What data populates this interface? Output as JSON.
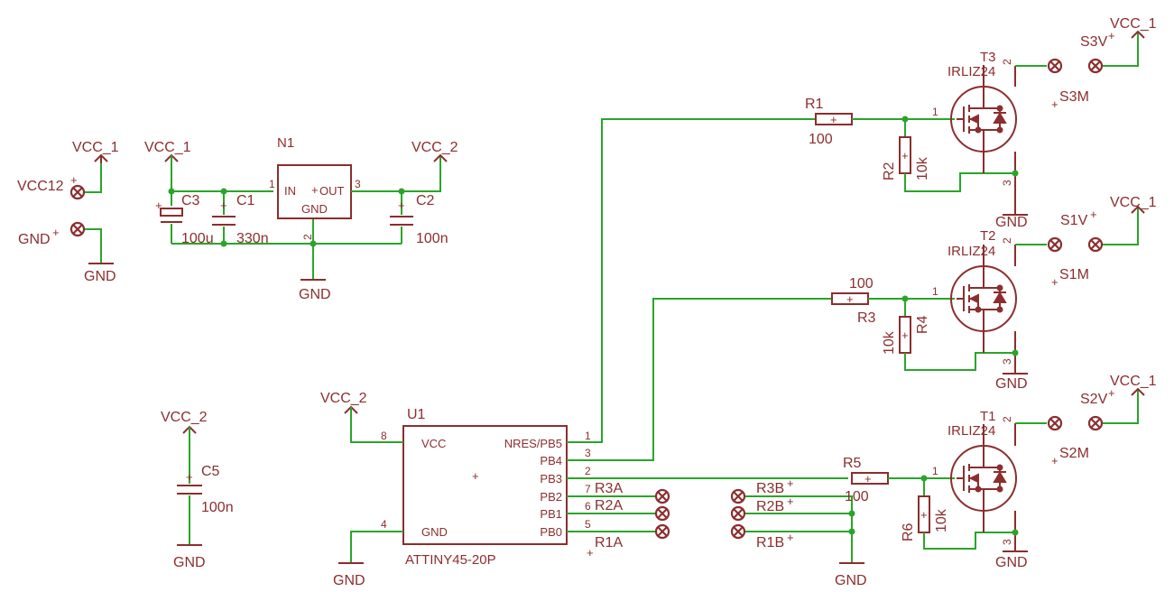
{
  "colors": {
    "wire": "#2aa52a",
    "symbol": "#8b2e2e",
    "background": "#ffffff"
  },
  "nets": {
    "vcc1": "VCC_1",
    "vcc2": "VCC_2",
    "gnd": "GND"
  },
  "connectors": {
    "vcc12": "VCC12",
    "gnd_in": "GND",
    "s3v": "S3V",
    "s3m": "S3M",
    "s1v": "S1V",
    "s1m": "S1M",
    "s2v": "S2V",
    "s2m": "S2M",
    "r3a": "R3A",
    "r2a": "R2A",
    "r1a": "R1A",
    "r3b": "R3B",
    "r2b": "R2B",
    "r1b": "R1B"
  },
  "components": {
    "c3": {
      "name": "C3",
      "value": "100u"
    },
    "c1": {
      "name": "C1",
      "value": "330n"
    },
    "c2": {
      "name": "C2",
      "value": "100n"
    },
    "c5": {
      "name": "C5",
      "value": "100n"
    },
    "n1": {
      "name": "N1",
      "pin_in": "IN",
      "pin_out": "OUT",
      "pin_gnd": "GND",
      "pin1": "1",
      "pin2": "2",
      "pin3": "3"
    },
    "r1": {
      "name": "R1",
      "value": "100"
    },
    "r2": {
      "name": "R2",
      "value": "10k"
    },
    "r3": {
      "name": "R3",
      "value": "100"
    },
    "r4": {
      "name": "R4",
      "value": "10k"
    },
    "r5": {
      "name": "R5",
      "value": "100"
    },
    "r6": {
      "name": "R6",
      "value": "10k"
    },
    "t1": {
      "name": "T1",
      "part": "IRLIZ24"
    },
    "t2": {
      "name": "T2",
      "part": "IRLIZ24"
    },
    "t3": {
      "name": "T3",
      "part": "IRLIZ24"
    },
    "fet_pins": {
      "p1": "1",
      "p2": "2",
      "p3": "3"
    },
    "u1": {
      "name": "U1",
      "part": "ATTINY45-20P",
      "pin_vcc": "VCC",
      "pin_gnd": "GND",
      "pins_right": [
        "NRES/PB5",
        "PB4",
        "PB3",
        "PB2",
        "PB1",
        "PB0"
      ],
      "pin_nums_right": [
        "1",
        "3",
        "2",
        "7",
        "6",
        "5"
      ],
      "pin_vcc_num": "8",
      "pin_gnd_num": "4"
    }
  }
}
